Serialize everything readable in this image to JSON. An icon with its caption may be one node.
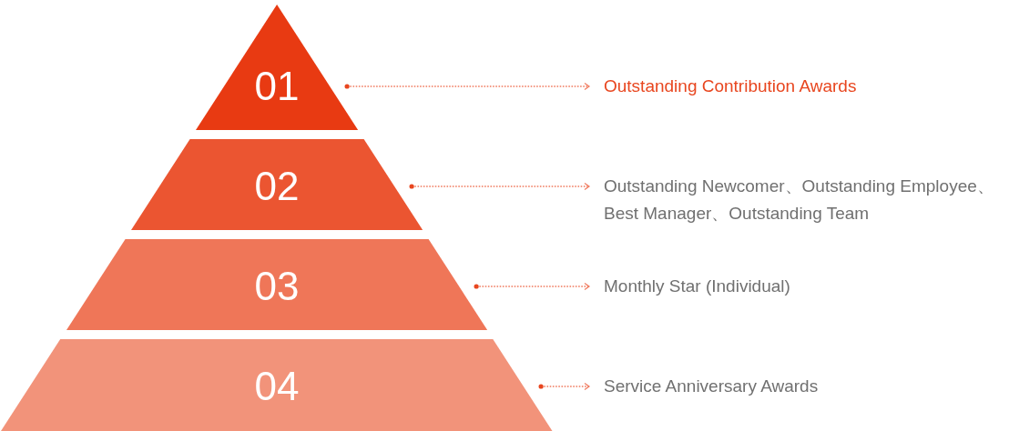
{
  "diagram": {
    "nodes": [
      {
        "text": [
          "01"
        ]
      },
      {
        "text": [
          "Outstanding Contribution Awards"
        ]
      },
      {
        "text": [
          "02"
        ]
      },
      {
        "text": [
          "Outstanding Newcomer、Outstanding Employee、 Best Manager、Outstanding Team"
        ]
      },
      {
        "text": [
          "03"
        ]
      },
      {
        "text": [
          "Monthly Star (Individual)"
        ]
      },
      {
        "text": [
          "04"
        ]
      },
      {
        "text": [
          "Service Anniversary Awards"
        ]
      }
    ],
    "edges": [
      {
        "from": 0,
        "to": 1,
        "arrow": "to",
        "style": "dashed"
      },
      {
        "from": 2,
        "to": 3,
        "arrow": "to",
        "style": "dashed"
      },
      {
        "from": 4,
        "to": 5,
        "arrow": "to",
        "style": "dashed"
      },
      {
        "from": 6,
        "to": 7,
        "arrow": "to",
        "style": "dashed"
      }
    ]
  }
}
